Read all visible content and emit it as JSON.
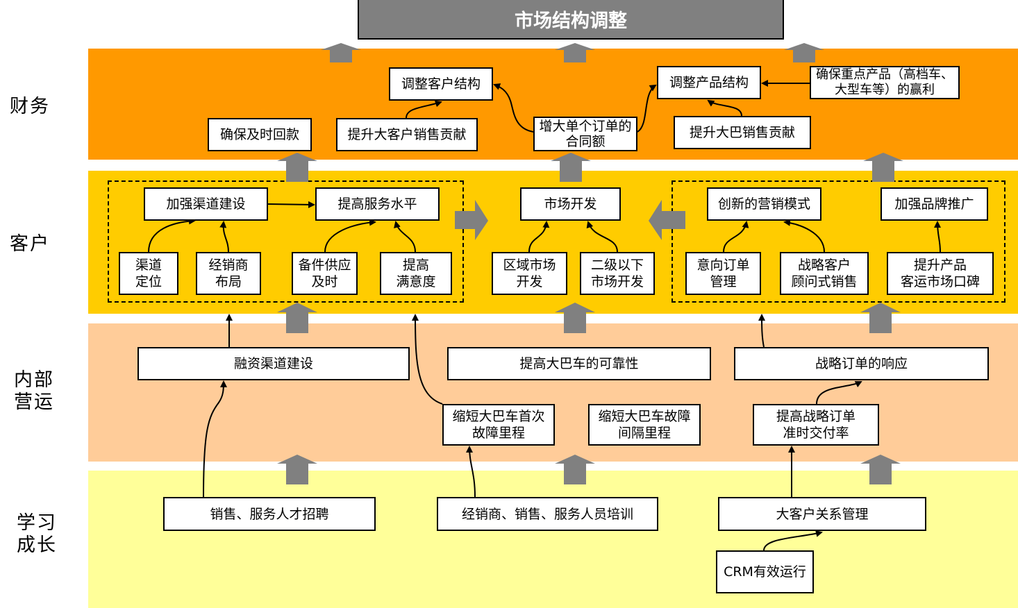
{
  "title": "市场结构调整",
  "colors": {
    "finance": "#FF9900",
    "customer": "#FFCC00",
    "internal": "#FFCC99",
    "learning": "#FFFF99",
    "arrow": "#808080"
  },
  "perspectives": {
    "finance": "财务",
    "customer": "客户",
    "internal": "内部\n营运",
    "learning": "学习\n成长"
  },
  "finance": {
    "adjust_customer": "调整客户结构",
    "adjust_product": "调整产品结构",
    "key_product_profit": "确保重点产品（高档车、\n大型车等）的赢利",
    "timely_payment": "确保及时回款",
    "key_account_contribution": "提升大客户销售贡献",
    "order_amount": "增大单个订单的\n合同额",
    "bus_contribution": "提升大巴销售贡献"
  },
  "customer": {
    "channel_building": "加强渠道建设",
    "service_level": "提高服务水平",
    "market_dev": "市场开发",
    "marketing_mode": "创新的营销模式",
    "brand_promo": "加强品牌推广",
    "channel_position": "渠道\n定位",
    "dealer_layout": "经销商\n布局",
    "parts_supply": "备件供应\n及时",
    "satisfaction": "提高\n满意度",
    "regional_market": "区域市场\n开发",
    "lower_tier_market": "二级以下\n市场开发",
    "intent_orders": "意向订单\n管理",
    "consultative_sales": "战略客户\n顾问式销售",
    "reputation": "提升产品\n客运市场口碑"
  },
  "internal": {
    "financing_channel": "融资渠道建设",
    "bus_reliability": "提高大巴车的可靠性",
    "strategic_response": "战略订单的响应",
    "first_failure": "缩短大巴车首次\n故障里程",
    "mtbf": "缩短大巴车故障\n间隔里程",
    "on_time_delivery": "提高战略订单\n准时交付率"
  },
  "learning": {
    "recruiting": "销售、服务人才招聘",
    "training": "经销商、销售、服务人员培训",
    "kam": "大客户关系管理",
    "crm": "CRM有效运行"
  }
}
